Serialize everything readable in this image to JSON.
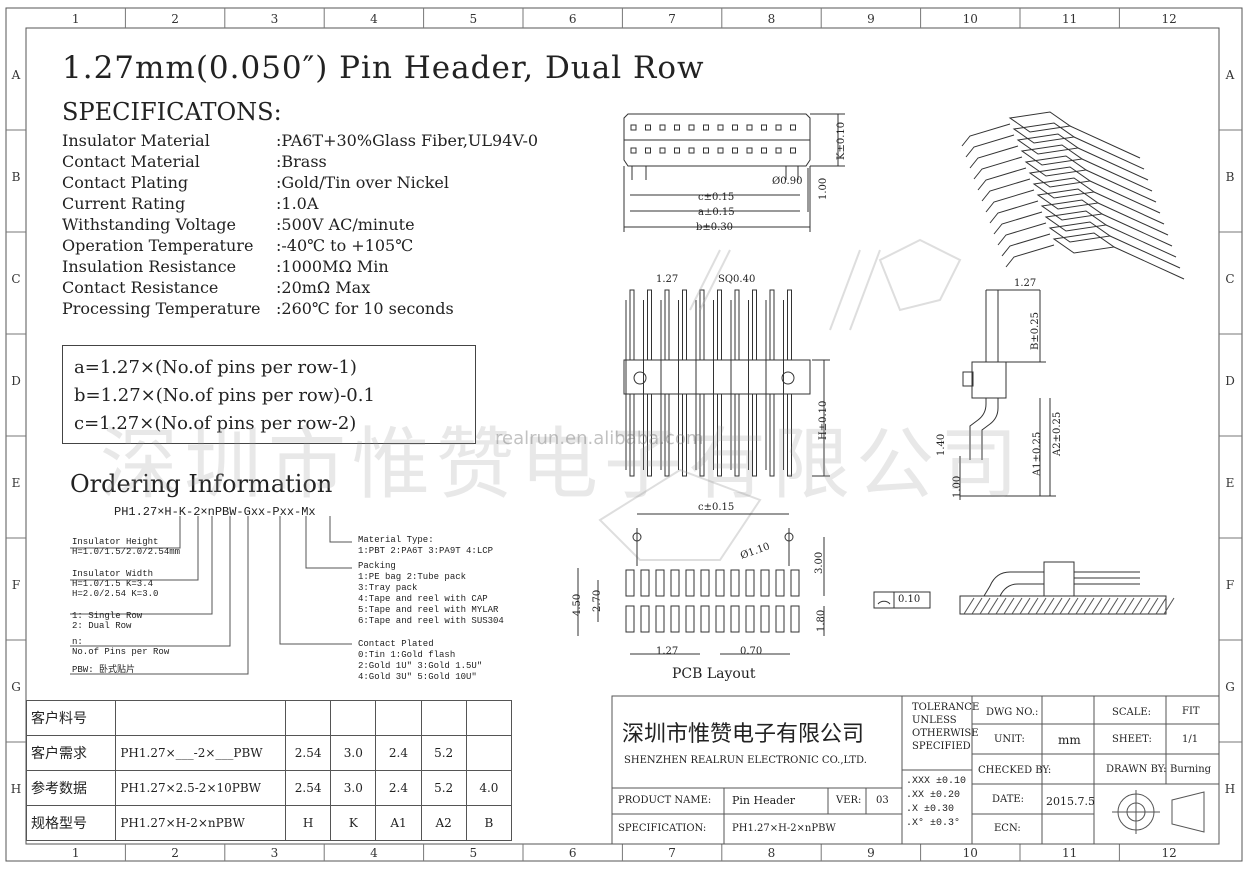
{
  "title": "1.27mm(0.050″) Pin Header, Dual Row",
  "specs": {
    "heading": "SPECIFICATONS:",
    "rows": [
      {
        "label": "Insulator Material",
        "value": ":PA6T+30%Glass Fiber,UL94V-0"
      },
      {
        "label": "Contact Material",
        "value": ":Brass"
      },
      {
        "label": "Contact Plating",
        "value": ":Gold/Tin over Nickel"
      },
      {
        "label": "Current Rating",
        "value": ":1.0A"
      },
      {
        "label": "Withstanding Voltage",
        "value": ":500V AC/minute"
      },
      {
        "label": "Operation Temperature",
        "value": ":-40℃ to +105℃"
      },
      {
        "label": "Insulation Resistance",
        "value": ":1000MΩ Min"
      },
      {
        "label": "Contact Resistance",
        "value": ":20mΩ Max"
      },
      {
        "label": "Processing Temperature",
        "value": ":260℃ for 10 seconds"
      }
    ]
  },
  "formulas": [
    "a=1.27×(No.of pins per row-1)",
    "b=1.27×(No.of pins per row)-0.1",
    "c=1.27×(No.of pins per row-2)"
  ],
  "ordering": {
    "heading": "Ordering Information",
    "part_number": "PH1.27×H-K-2×nPBW-Gxx-Pxx-Mx",
    "left_notes": [
      [
        "Insulator Height",
        "H=1.0/1.5/2.0/2.54mm"
      ],
      [
        "Insulator Width",
        "H=1.0/1.5   K=3.4",
        "H=2.0/2.54  K=3.0"
      ],
      [
        "1:  Single Row",
        "2:  Dual Row"
      ],
      [
        "n:",
        "No.of Pins per Row"
      ],
      [
        "PBW: 卧式贴片"
      ]
    ],
    "right_notes": [
      [
        "Material Type:",
        "1:PBT 2:PA6T 3:PA9T 4:LCP"
      ],
      [
        "Packing",
        "1:PE bag       2:Tube pack",
        "3:Tray pack",
        "4:Tape and reel with CAP",
        "5:Tape and reel with MYLAR",
        "6:Tape and reel with SUS304"
      ],
      [
        "Contact Plated",
        "0:Tin          1:Gold flash",
        "2:Gold 1U″     3:Gold 1.5U″",
        "4:Gold 3U″     5:Gold 10U″"
      ]
    ]
  },
  "watermark": {
    "text": "深圳市惟赞电子有限公司",
    "url": "realrun.en.alibaba.com"
  },
  "dimensions": {
    "k": "K±0.10",
    "hole": "Ø0.90",
    "one": "1.00",
    "c": "c±0.15",
    "a": "a±0.15",
    "b": "b±0.30",
    "pitch": "1.27",
    "sq": "SQ0.40",
    "h": "H±0.10",
    "b25": "B±0.25",
    "a2": "A2±0.25",
    "a1": "A1±0.25",
    "d40": "1.40",
    "pcb_c": "c±0.15",
    "pcb_hole": "Ø1.10",
    "d300": "3.00",
    "d450": "4.50",
    "d270": "2.70",
    "d180": "1.80",
    "d070": "0.70",
    "flat": "0.10",
    "pcb_label": "PCB Layout"
  },
  "ruler": {
    "cols": [
      "1",
      "2",
      "3",
      "4",
      "5",
      "6",
      "7",
      "8",
      "9",
      "10",
      "11",
      "12"
    ],
    "rows": [
      "A",
      "B",
      "C",
      "D",
      "E",
      "F",
      "G",
      "H"
    ]
  },
  "customer_table": {
    "rows": [
      [
        "客户料号",
        "",
        "",
        "",
        "",
        "",
        ""
      ],
      [
        "客户需求",
        "PH1.27×___-2×___PBW",
        "2.54",
        "3.0",
        "2.4",
        "5.2",
        ""
      ],
      [
        "参考数据",
        "PH1.27×2.5-2×10PBW",
        "2.54",
        "3.0",
        "2.4",
        "5.2",
        "4.0"
      ],
      [
        "规格型号",
        "PH1.27×H-2×nPBW",
        "H",
        "K",
        "A1",
        "A2",
        "B"
      ]
    ]
  },
  "title_block": {
    "company_cn": "深圳市惟赞电子有限公司",
    "company_en": "SHENZHEN REALRUN ELECTRONIC CO.,LTD.",
    "product_name_label": "PRODUCT NAME:",
    "product_name": "Pin Header",
    "ver_label": "VER:",
    "ver": "03",
    "spec_label": "SPECIFICATION:",
    "spec": "PH1.27×H-2×nPBW",
    "tolerance": [
      "TOLERANCE",
      "UNLESS",
      "OTHERWISE",
      "SPECIFIED"
    ],
    "tol_values": [
      ".XXX  ±0.10",
      ".XX   ±0.20",
      ".X    ±0.30",
      ".X°   ±0.3°"
    ],
    "dwg_no_label": "DWG NO.:",
    "unit_label": "UNIT:",
    "unit": "mm",
    "checked_label": "CHECKED BY:",
    "date_label": "DATE:",
    "date": "2015.7.5",
    "ecn_label": "ECN:",
    "scale_label": "SCALE:",
    "scale": "FIT",
    "sheet_label": "SHEET:",
    "sheet": "1/1",
    "drawn_label": "DRAWN BY:",
    "drawn": "Burning"
  }
}
